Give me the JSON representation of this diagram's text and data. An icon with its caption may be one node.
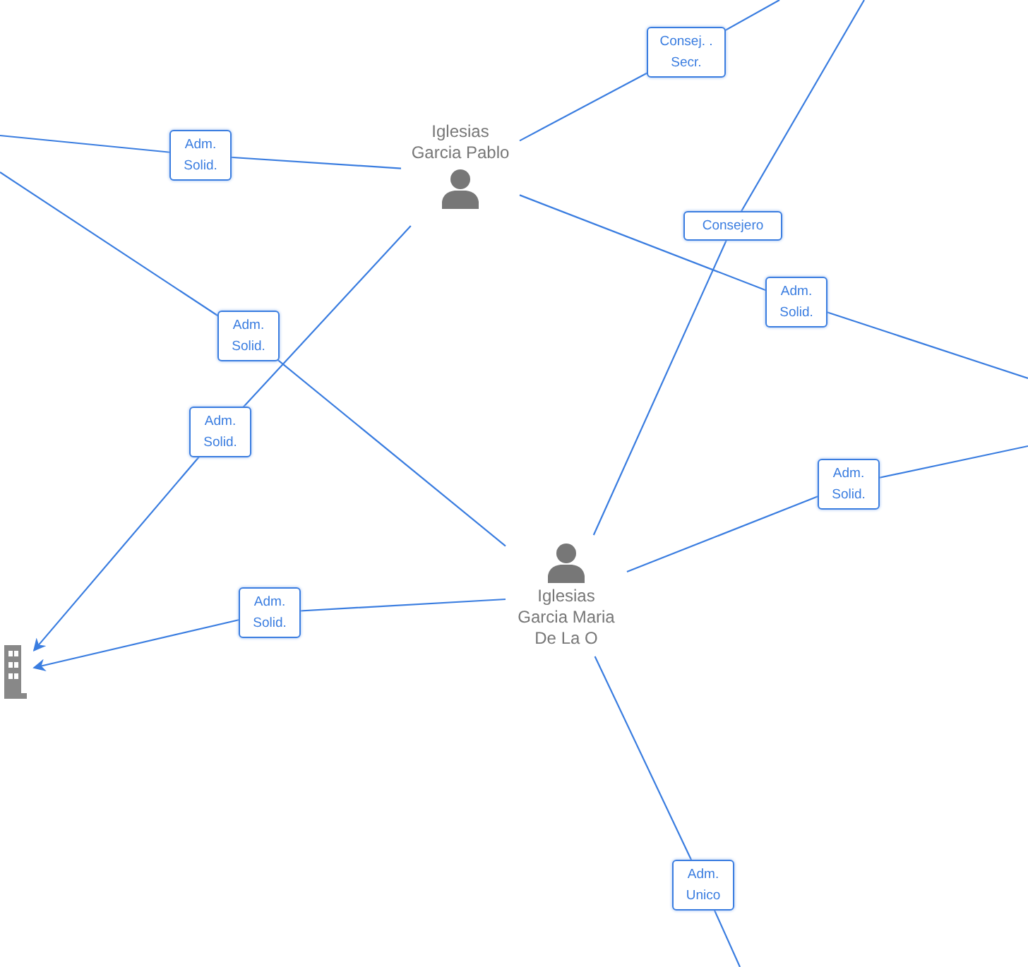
{
  "diagram": {
    "nodes": [
      {
        "text": [
          "Iglesias Garcia Pablo"
        ]
      },
      {
        "text": [
          "Iglesias Garcia Maria De La O"
        ]
      },
      {
        "text": [],
        "shape": "building"
      }
    ],
    "edges": [
      {
        "from": null,
        "to": 0,
        "arrow": "none",
        "label": "Adm. Solid."
      },
      {
        "from": 0,
        "to": null,
        "arrow": "none",
        "label": "Consej. . Secr."
      },
      {
        "from": 0,
        "to": null,
        "arrow": "none",
        "label": "Adm. Solid."
      },
      {
        "from": 0,
        "to": 2,
        "arrow": "to",
        "label": "Adm. Solid."
      },
      {
        "from": null,
        "to": 1,
        "arrow": "none",
        "label": "Adm. Solid."
      },
      {
        "from": 1,
        "to": null,
        "arrow": "none",
        "label": "Consejero"
      },
      {
        "from": 1,
        "to": null,
        "arrow": "none",
        "label": "Adm. Solid."
      },
      {
        "from": 1,
        "to": 2,
        "arrow": "to",
        "label": "Adm. Solid."
      },
      {
        "from": 1,
        "to": null,
        "arrow": "none",
        "label": "Adm. Unico"
      }
    ]
  }
}
